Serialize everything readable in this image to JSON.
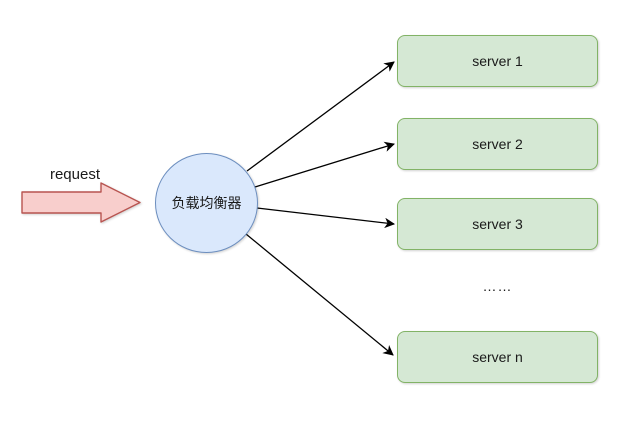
{
  "request_label": "request",
  "load_balancer": {
    "label": "负载均衡器"
  },
  "servers": [
    {
      "label": "server 1"
    },
    {
      "label": "server 2"
    },
    {
      "label": "server 3"
    },
    {
      "label": "server n"
    }
  ],
  "ellipsis": "……",
  "colors": {
    "background": "#ffffff",
    "text": "#1a1a1a",
    "request_arrow_fill": "#f8cecc",
    "request_arrow_stroke": "#b85450",
    "load_balancer_fill": "#dae8fc",
    "load_balancer_stroke": "#6c8ebf",
    "server_fill": "#d5e8d4",
    "server_stroke": "#82b366",
    "connector": "#000000"
  }
}
